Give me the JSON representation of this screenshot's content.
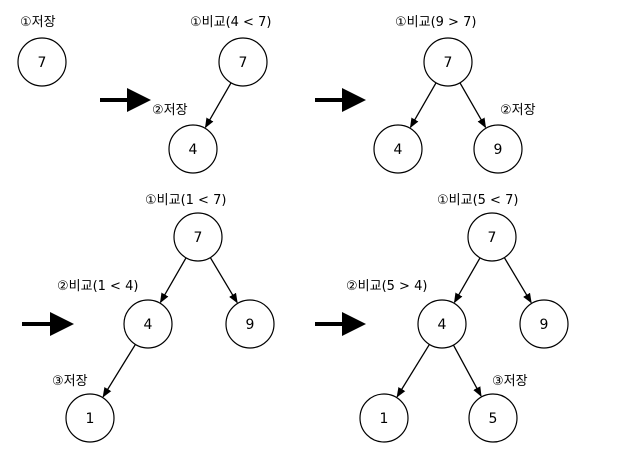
{
  "diagrams": [
    {
      "id": "panel-1",
      "nodes": [
        {
          "id": "a",
          "label": "7"
        }
      ],
      "edges": [],
      "labels": [
        {
          "text": "①저장",
          "near": "a",
          "pos": "above-left"
        }
      ]
    },
    {
      "id": "panel-2",
      "nodes": [
        {
          "id": "a",
          "label": "7"
        },
        {
          "id": "b",
          "label": "4"
        }
      ],
      "edges": [
        {
          "from": "a",
          "to": "b"
        }
      ],
      "labels": [
        {
          "text": "①비교(4 < 7)",
          "near": "a",
          "pos": "above"
        },
        {
          "text": "②저장",
          "near": "b",
          "pos": "left"
        }
      ]
    },
    {
      "id": "panel-3",
      "nodes": [
        {
          "id": "a",
          "label": "7"
        },
        {
          "id": "b",
          "label": "4"
        },
        {
          "id": "c",
          "label": "9"
        }
      ],
      "edges": [
        {
          "from": "a",
          "to": "b"
        },
        {
          "from": "a",
          "to": "c"
        }
      ],
      "labels": [
        {
          "text": "①비교(9 > 7)",
          "near": "a",
          "pos": "above"
        },
        {
          "text": "②저장",
          "near": "c",
          "pos": "above-right"
        }
      ]
    },
    {
      "id": "panel-4",
      "nodes": [
        {
          "id": "a",
          "label": "7"
        },
        {
          "id": "b",
          "label": "4"
        },
        {
          "id": "c",
          "label": "9"
        },
        {
          "id": "d",
          "label": "1"
        }
      ],
      "edges": [
        {
          "from": "a",
          "to": "b"
        },
        {
          "from": "a",
          "to": "c"
        },
        {
          "from": "b",
          "to": "d"
        }
      ],
      "labels": [
        {
          "text": "①비교(1 < 7)",
          "near": "a",
          "pos": "above"
        },
        {
          "text": "②비교(1 < 4)",
          "near": "b",
          "pos": "left"
        },
        {
          "text": "③저장",
          "near": "d",
          "pos": "above-left"
        }
      ]
    },
    {
      "id": "panel-5",
      "nodes": [
        {
          "id": "a",
          "label": "7"
        },
        {
          "id": "b",
          "label": "4"
        },
        {
          "id": "c",
          "label": "9"
        },
        {
          "id": "d",
          "label": "1"
        },
        {
          "id": "e",
          "label": "5"
        }
      ],
      "edges": [
        {
          "from": "a",
          "to": "b"
        },
        {
          "from": "a",
          "to": "c"
        },
        {
          "from": "b",
          "to": "d"
        },
        {
          "from": "b",
          "to": "e"
        }
      ],
      "labels": [
        {
          "text": "①비교(5 < 7)",
          "near": "a",
          "pos": "above"
        },
        {
          "text": "②비교(5 > 4)",
          "near": "b",
          "pos": "left"
        },
        {
          "text": "③저장",
          "near": "e",
          "pos": "above-right"
        }
      ]
    }
  ],
  "transition_arrows": 4
}
